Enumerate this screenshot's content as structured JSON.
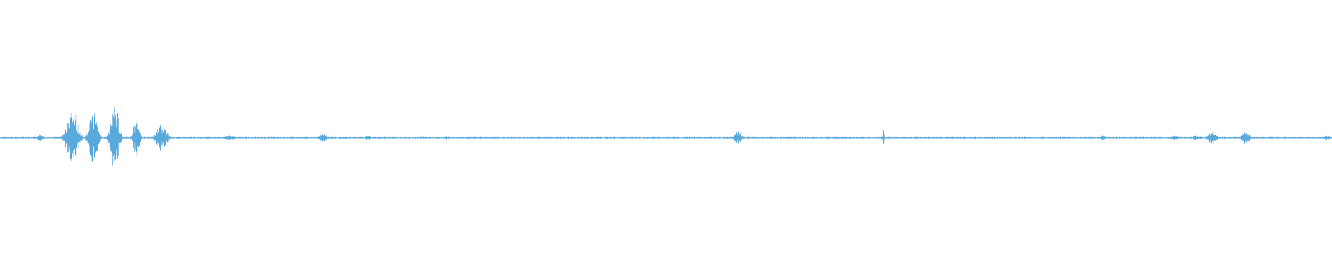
{
  "waveform": {
    "color": "#5aa9dd",
    "max_amplitude": 1.0,
    "baseline_amplitude": 0.02,
    "bursts": [
      {
        "t": 0.03,
        "width": 0.006,
        "amp": 0.1
      },
      {
        "t": 0.054,
        "width": 0.012,
        "amp": 0.85
      },
      {
        "t": 0.07,
        "width": 0.01,
        "amp": 0.72
      },
      {
        "t": 0.086,
        "width": 0.009,
        "amp": 0.9
      },
      {
        "t": 0.102,
        "width": 0.007,
        "amp": 0.55
      },
      {
        "t": 0.121,
        "width": 0.012,
        "amp": 0.35
      },
      {
        "t": 0.172,
        "width": 0.014,
        "amp": 0.07
      },
      {
        "t": 0.242,
        "width": 0.008,
        "amp": 0.12
      },
      {
        "t": 0.276,
        "width": 0.006,
        "amp": 0.08
      },
      {
        "t": 0.335,
        "width": 0.008,
        "amp": 0.05
      },
      {
        "t": 0.554,
        "width": 0.008,
        "amp": 0.18
      },
      {
        "t": 0.592,
        "width": 0.004,
        "amp": 0.04
      },
      {
        "t": 0.663,
        "width": 0.002,
        "amp": 0.2
      },
      {
        "t": 0.828,
        "width": 0.006,
        "amp": 0.08
      },
      {
        "t": 0.882,
        "width": 0.008,
        "amp": 0.08
      },
      {
        "t": 0.898,
        "width": 0.008,
        "amp": 0.09
      },
      {
        "t": 0.91,
        "width": 0.01,
        "amp": 0.18
      },
      {
        "t": 0.935,
        "width": 0.008,
        "amp": 0.2
      },
      {
        "t": 0.996,
        "width": 0.006,
        "amp": 0.08
      }
    ]
  }
}
